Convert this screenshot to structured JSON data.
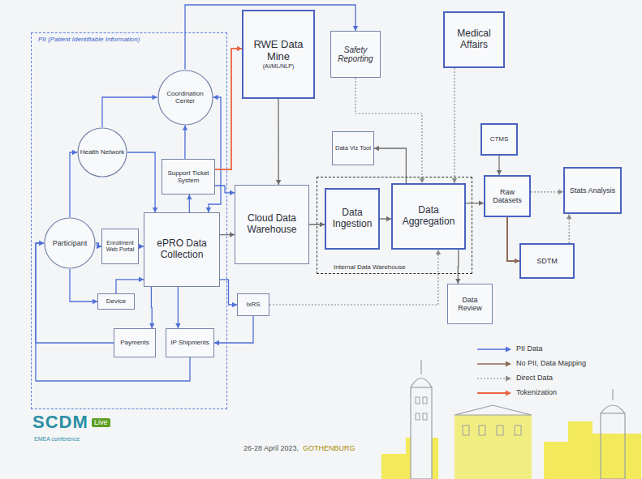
{
  "diagram": {
    "nodes": [
      {
        "text": [
          "PII (Patient Identifiable Information)"
        ]
      },
      {
        "text": [
          "Coordination Center"
        ],
        "in": 0
      },
      {
        "text": [
          "Health Network"
        ],
        "in": 0
      },
      {
        "text": [
          "Participant"
        ],
        "in": 0
      },
      {
        "text": [
          "Support Ticket System"
        ],
        "in": 0
      },
      {
        "text": [
          "Enrollment Web Portal"
        ],
        "in": 0
      },
      {
        "text": [
          "ePRO Data Collection"
        ],
        "in": 0
      },
      {
        "text": [
          "Device"
        ],
        "in": 0
      },
      {
        "text": [
          "Payments"
        ],
        "in": 0
      },
      {
        "text": [
          "IP Shipments"
        ],
        "in": 0
      },
      {
        "text": [
          "RWE Data Mine",
          "(AI/ML/NLP)"
        ]
      },
      {
        "text": [
          "Safety Reporting"
        ]
      },
      {
        "text": [
          "Medical Affairs"
        ]
      },
      {
        "text": [
          "Data Viz Tool"
        ]
      },
      {
        "text": [
          "CTMS"
        ]
      },
      {
        "text": [
          "Cloud Data Warehouse"
        ]
      },
      {
        "text": [
          "Internal Data Warehouse"
        ]
      },
      {
        "text": [
          "Data Ingestion"
        ],
        "in": 16
      },
      {
        "text": [
          "Data Aggregation"
        ],
        "in": 16
      },
      {
        "text": [
          "Raw Datasets"
        ]
      },
      {
        "text": [
          "Stats Analysis"
        ]
      },
      {
        "text": [
          "SDTM"
        ]
      },
      {
        "text": [
          "Data Review"
        ]
      },
      {
        "text": [
          "IxRS"
        ]
      }
    ],
    "edges": [
      {
        "from": 3,
        "to": 2,
        "arrow": "to"
      },
      {
        "from": 2,
        "to": 1,
        "arrow": "to"
      },
      {
        "from": 2,
        "to": 6,
        "arrow": "to"
      },
      {
        "from": 3,
        "to": 5,
        "arrow": "to"
      },
      {
        "from": 5,
        "to": 6,
        "arrow": "to"
      },
      {
        "from": 3,
        "to": 7,
        "arrow": "to"
      },
      {
        "from": 7,
        "to": 6,
        "arrow": "to"
      },
      {
        "from": 4,
        "to": 1,
        "arrow": "to"
      },
      {
        "from": 6,
        "to": 4,
        "arrow": "to"
      },
      {
        "from": 1,
        "to": 6,
        "arrow": "both"
      },
      {
        "from": 1,
        "to": 11,
        "arrow": "to"
      },
      {
        "from": 4,
        "to": 10,
        "arrow": "to"
      },
      {
        "from": 6,
        "to": 15,
        "arrow": "to"
      },
      {
        "from": 4,
        "to": 15,
        "arrow": "to"
      },
      {
        "from": 10,
        "to": 15,
        "arrow": "to"
      },
      {
        "from": 6,
        "to": 8,
        "arrow": "to"
      },
      {
        "from": 6,
        "to": 9,
        "arrow": "to"
      },
      {
        "from": 6,
        "to": 23,
        "arrow": "to"
      },
      {
        "from": 23,
        "to": 9,
        "arrow": "to"
      },
      {
        "from": 8,
        "to": 3,
        "arrow": "to"
      },
      {
        "from": 9,
        "to": 3,
        "arrow": "to"
      },
      {
        "from": 15,
        "to": 17,
        "arrow": "to"
      },
      {
        "from": 17,
        "to": 18,
        "arrow": "to"
      },
      {
        "from": 18,
        "to": 13,
        "arrow": "to"
      },
      {
        "from": 11,
        "to": 18,
        "arrow": "to"
      },
      {
        "from": 12,
        "to": 18,
        "arrow": "to"
      },
      {
        "from": 18,
        "to": 19,
        "arrow": "to"
      },
      {
        "from": 14,
        "to": 19,
        "arrow": "to"
      },
      {
        "from": 19,
        "to": 20,
        "arrow": "to"
      },
      {
        "from": 19,
        "to": 21,
        "arrow": "to"
      },
      {
        "from": 21,
        "to": 20,
        "arrow": "to"
      },
      {
        "from": 18,
        "to": 22,
        "arrow": "to"
      },
      {
        "from": 23,
        "to": 18,
        "arrow": "to"
      }
    ],
    "labels": [
      "SCDM",
      "Live",
      "EMEA conference",
      "26-28 April 2023,",
      "GOTHENBURG"
    ],
    "legend": [
      {
        "text": "PII Data"
      },
      {
        "text": "No PII, Data Mapping"
      },
      {
        "text": "Direct Data"
      },
      {
        "text": "Tokenization"
      }
    ]
  }
}
